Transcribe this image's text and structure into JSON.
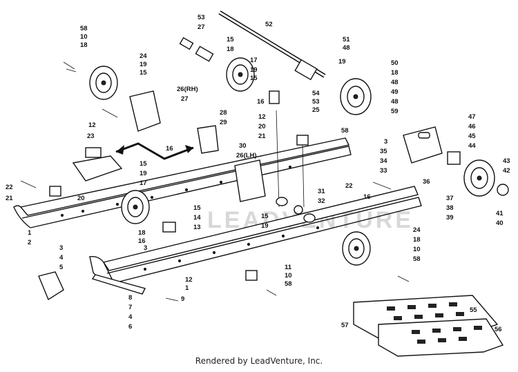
{
  "footer": "Rendered by LeadVenture, Inc.",
  "watermark": "LEADVENTURE",
  "callouts": [
    {
      "id": "c58a",
      "label": "58"
    },
    {
      "id": "c10a",
      "label": "10"
    },
    {
      "id": "c18a",
      "label": "18"
    },
    {
      "id": "c24a",
      "label": "24"
    },
    {
      "id": "c19a",
      "label": "19"
    },
    {
      "id": "c15a",
      "label": "15"
    },
    {
      "id": "c53",
      "label": "53"
    },
    {
      "id": "c27a",
      "label": "27"
    },
    {
      "id": "c52",
      "label": "52"
    },
    {
      "id": "c15b",
      "label": "15"
    },
    {
      "id": "c18b",
      "label": "18"
    },
    {
      "id": "c17a",
      "label": "17"
    },
    {
      "id": "c19b",
      "label": "19"
    },
    {
      "id": "c15c",
      "label": "15"
    },
    {
      "id": "c51",
      "label": "51"
    },
    {
      "id": "c48a",
      "label": "48"
    },
    {
      "id": "c19c",
      "label": "19"
    },
    {
      "id": "c50",
      "label": "50"
    },
    {
      "id": "c18c",
      "label": "18"
    },
    {
      "id": "c48b",
      "label": "48"
    },
    {
      "id": "c49",
      "label": "49"
    },
    {
      "id": "c48c",
      "label": "48"
    },
    {
      "id": "c59",
      "label": "59"
    },
    {
      "id": "c26a",
      "label": "26(RH)"
    },
    {
      "id": "c27b",
      "label": "27"
    },
    {
      "id": "c54",
      "label": "54"
    },
    {
      "id": "c16a",
      "label": "16"
    },
    {
      "id": "c53b",
      "label": "53"
    },
    {
      "id": "c25",
      "label": "25"
    },
    {
      "id": "c12a",
      "label": "12"
    },
    {
      "id": "c20a",
      "label": "20"
    },
    {
      "id": "c21a",
      "label": "21"
    },
    {
      "id": "c58b",
      "label": "58"
    },
    {
      "id": "c12b",
      "label": "12"
    },
    {
      "id": "c23",
      "label": "23"
    },
    {
      "id": "c28",
      "label": "28"
    },
    {
      "id": "c29",
      "label": "29"
    },
    {
      "id": "c16b",
      "label": "16"
    },
    {
      "id": "c30",
      "label": "30"
    },
    {
      "id": "c26b",
      "label": "26(LH)"
    },
    {
      "id": "c47",
      "label": "47"
    },
    {
      "id": "c46",
      "label": "46"
    },
    {
      "id": "c45",
      "label": "45"
    },
    {
      "id": "c44",
      "label": "44"
    },
    {
      "id": "c3a",
      "label": "3"
    },
    {
      "id": "c35",
      "label": "35"
    },
    {
      "id": "c34",
      "label": "34"
    },
    {
      "id": "c33",
      "label": "33"
    },
    {
      "id": "c43",
      "label": "43"
    },
    {
      "id": "c42",
      "label": "42"
    },
    {
      "id": "c22a",
      "label": "22"
    },
    {
      "id": "c16c",
      "label": "16"
    },
    {
      "id": "c36",
      "label": "36"
    },
    {
      "id": "c37",
      "label": "37"
    },
    {
      "id": "c38",
      "label": "38"
    },
    {
      "id": "c39",
      "label": "39"
    },
    {
      "id": "c41",
      "label": "41"
    },
    {
      "id": "c40",
      "label": "40"
    },
    {
      "id": "c22b",
      "label": "22"
    },
    {
      "id": "c21b",
      "label": "21"
    },
    {
      "id": "c20b",
      "label": "20"
    },
    {
      "id": "c15d",
      "label": "15"
    },
    {
      "id": "c19d",
      "label": "19"
    },
    {
      "id": "c17b",
      "label": "17"
    },
    {
      "id": "c31",
      "label": "31"
    },
    {
      "id": "c32",
      "label": "32"
    },
    {
      "id": "c15e",
      "label": "15"
    },
    {
      "id": "c19e",
      "label": "19"
    },
    {
      "id": "c1a",
      "label": "1"
    },
    {
      "id": "c2",
      "label": "2"
    },
    {
      "id": "c15f",
      "label": "15"
    },
    {
      "id": "c14",
      "label": "14"
    },
    {
      "id": "c13",
      "label": "13"
    },
    {
      "id": "c18d",
      "label": "18"
    },
    {
      "id": "c16d",
      "label": "16"
    },
    {
      "id": "c3b",
      "label": "3"
    },
    {
      "id": "c3c",
      "label": "3"
    },
    {
      "id": "c4a",
      "label": "4"
    },
    {
      "id": "c5",
      "label": "5"
    },
    {
      "id": "c24b",
      "label": "24"
    },
    {
      "id": "c18e",
      "label": "18"
    },
    {
      "id": "c10b",
      "label": "10"
    },
    {
      "id": "c58c",
      "label": "58"
    },
    {
      "id": "c12c",
      "label": "12"
    },
    {
      "id": "c1b",
      "label": "1"
    },
    {
      "id": "c11",
      "label": "11"
    },
    {
      "id": "c10c",
      "label": "10"
    },
    {
      "id": "c58d",
      "label": "58"
    },
    {
      "id": "c8",
      "label": "8"
    },
    {
      "id": "c7",
      "label": "7"
    },
    {
      "id": "c4b",
      "label": "4"
    },
    {
      "id": "c6",
      "label": "6"
    },
    {
      "id": "c9",
      "label": "9"
    },
    {
      "id": "c55",
      "label": "55"
    },
    {
      "id": "c57",
      "label": "57"
    },
    {
      "id": "c56",
      "label": "56"
    }
  ]
}
